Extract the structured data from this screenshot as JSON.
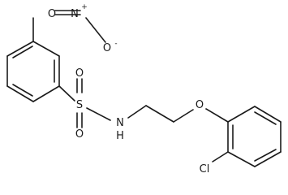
{
  "molecule": {
    "atoms": {
      "nitro_N": "N",
      "nitro_O_top": "O",
      "nitro_O_right": "O",
      "sulfur": "S",
      "sulfonyl_O_top": "O",
      "sulfonyl_O_bottom": "O",
      "amine": "N",
      "amine_H": "H",
      "ether_O": "O",
      "chlorine": "Cl"
    },
    "charges": {
      "plus": "+",
      "minus": "-"
    }
  }
}
